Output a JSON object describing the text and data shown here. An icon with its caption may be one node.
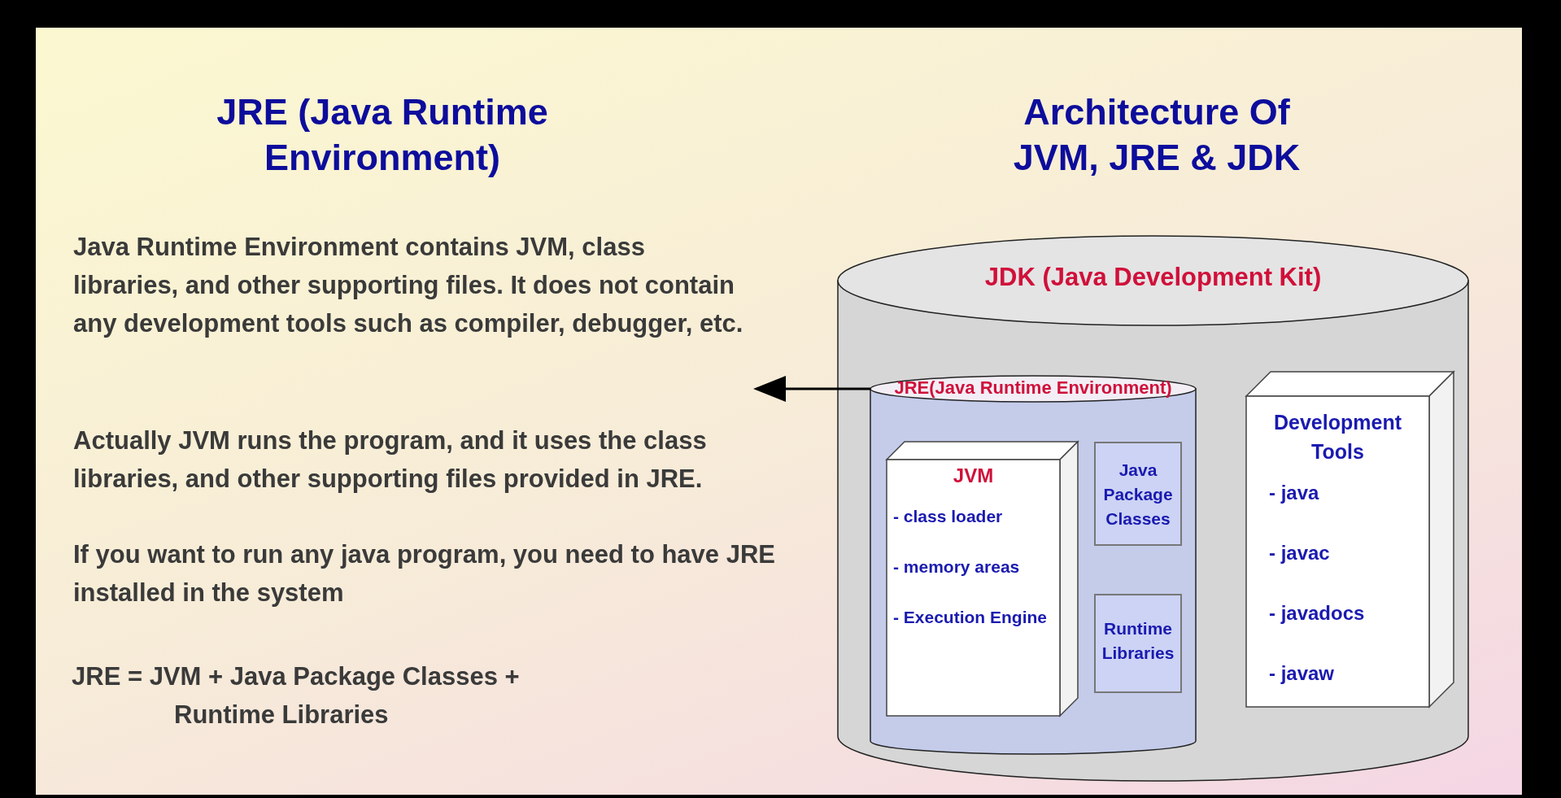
{
  "diagram": {
    "title": "Architecture Of JVM, JRE & JDK",
    "nodes": [
      {
        "text": [
          "JDK (Java Development Kit)"
        ]
      },
      {
        "text": [
          "JRE(Java Runtime Environment)"
        ],
        "in": 0
      },
      {
        "text": [
          "JVM",
          "- class loader",
          "- memory areas",
          "- Execution Engine"
        ],
        "in": 1
      },
      {
        "text": [
          "Java Package Classes"
        ],
        "in": 1
      },
      {
        "text": [
          "Runtime Libraries"
        ],
        "in": 1
      },
      {
        "text": [
          "Development Tools",
          "- java",
          "- javac",
          "- javadocs",
          "- javaw"
        ],
        "in": 0
      },
      {
        "text": [
          "Java Runtime Environment contains JVM, class libraries, and other supporting files. It does not contain any development tools such as compiler, debugger, etc."
        ]
      }
    ],
    "edges": [
      {
        "from": 1,
        "to": 6,
        "arrow": "to"
      }
    ],
    "labels": [
      "JRE (Java Runtime Environment)",
      "Actually JVM runs the program, and it uses the class libraries, and other supporting files provided in JRE.",
      "If you want to run any java program, you need to have JRE installed in the system",
      "JRE = JVM + Java Package Classes +",
      "Runtime Libraries"
    ]
  }
}
